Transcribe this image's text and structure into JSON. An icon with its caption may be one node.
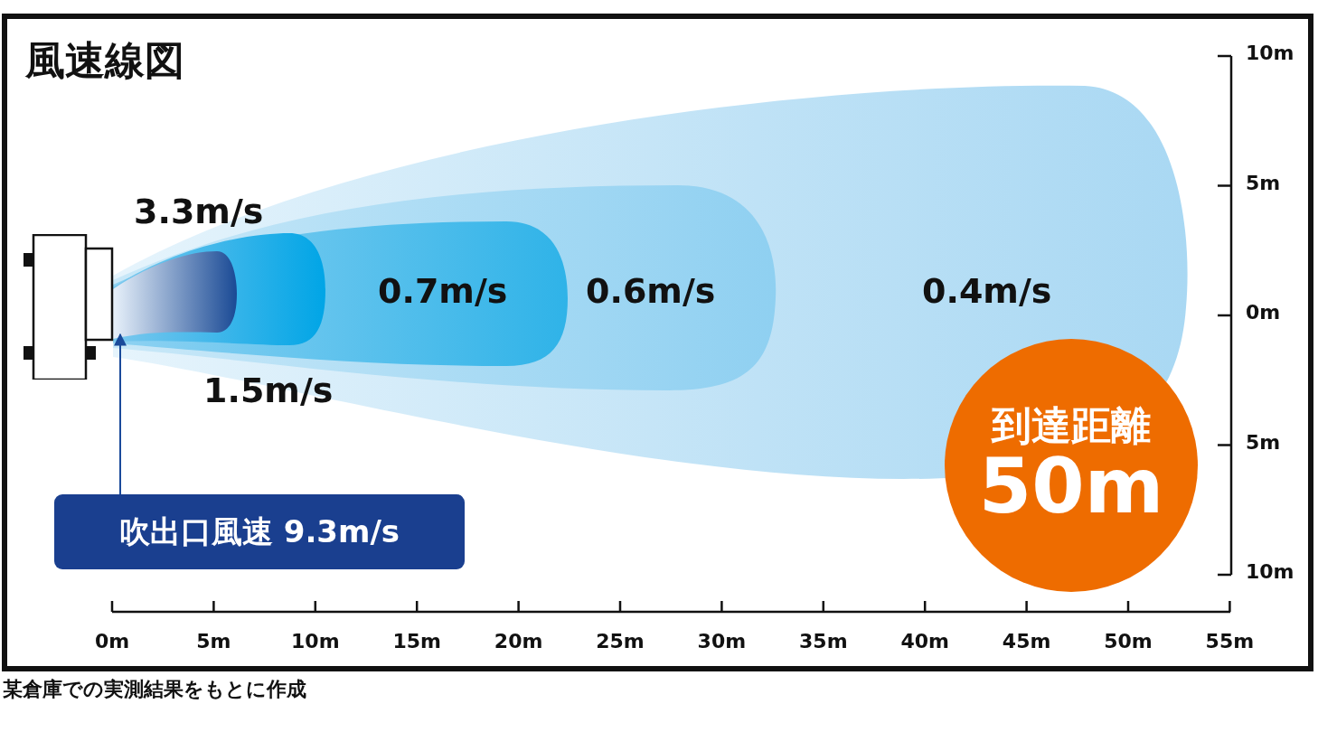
{
  "diagram": {
    "title": "風速線図",
    "caption": "某倉庫での実測結果をもとに作成",
    "nodes": [
      {
        "text": [],
        "shape": "box"
      },
      {
        "text": [
          "吹出口風速 9.3m/s"
        ]
      },
      {
        "text": [
          "到達距離",
          "50m"
        ]
      }
    ],
    "edges": [
      {
        "from": 1,
        "to": 0,
        "arrow": "to"
      }
    ],
    "labels": [
      "3.3m/s",
      "1.5m/s",
      "0.7m/s",
      "0.6m/s",
      "0.4m/s",
      "0m",
      "5m",
      "10m",
      "15m",
      "20m",
      "25m",
      "30m",
      "35m",
      "40m",
      "45m",
      "50m",
      "55m",
      "10m",
      "5m",
      "0m",
      "5m",
      "10m"
    ]
  }
}
